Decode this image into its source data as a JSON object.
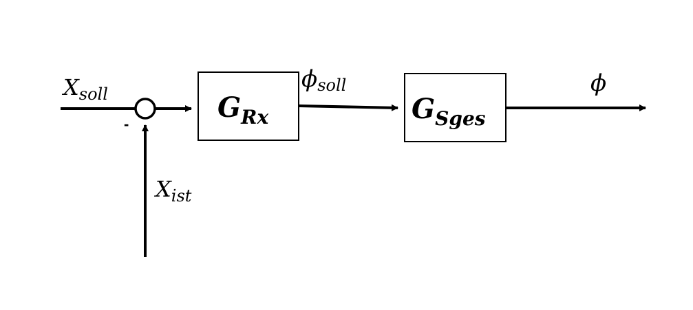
{
  "signals": {
    "setpoint": {
      "main": "X",
      "sub": "soll"
    },
    "actual": {
      "main": "X",
      "sub": "ist"
    },
    "phi_setpoint": {
      "main": "ϕ",
      "sub": "soll"
    },
    "output": {
      "main": "ϕ"
    }
  },
  "summing_junction": {
    "minus_sign": "-"
  },
  "blocks": {
    "controller": {
      "main": "G",
      "sub": "Rx"
    },
    "plant": {
      "main": "G",
      "sub": "Sges"
    }
  }
}
